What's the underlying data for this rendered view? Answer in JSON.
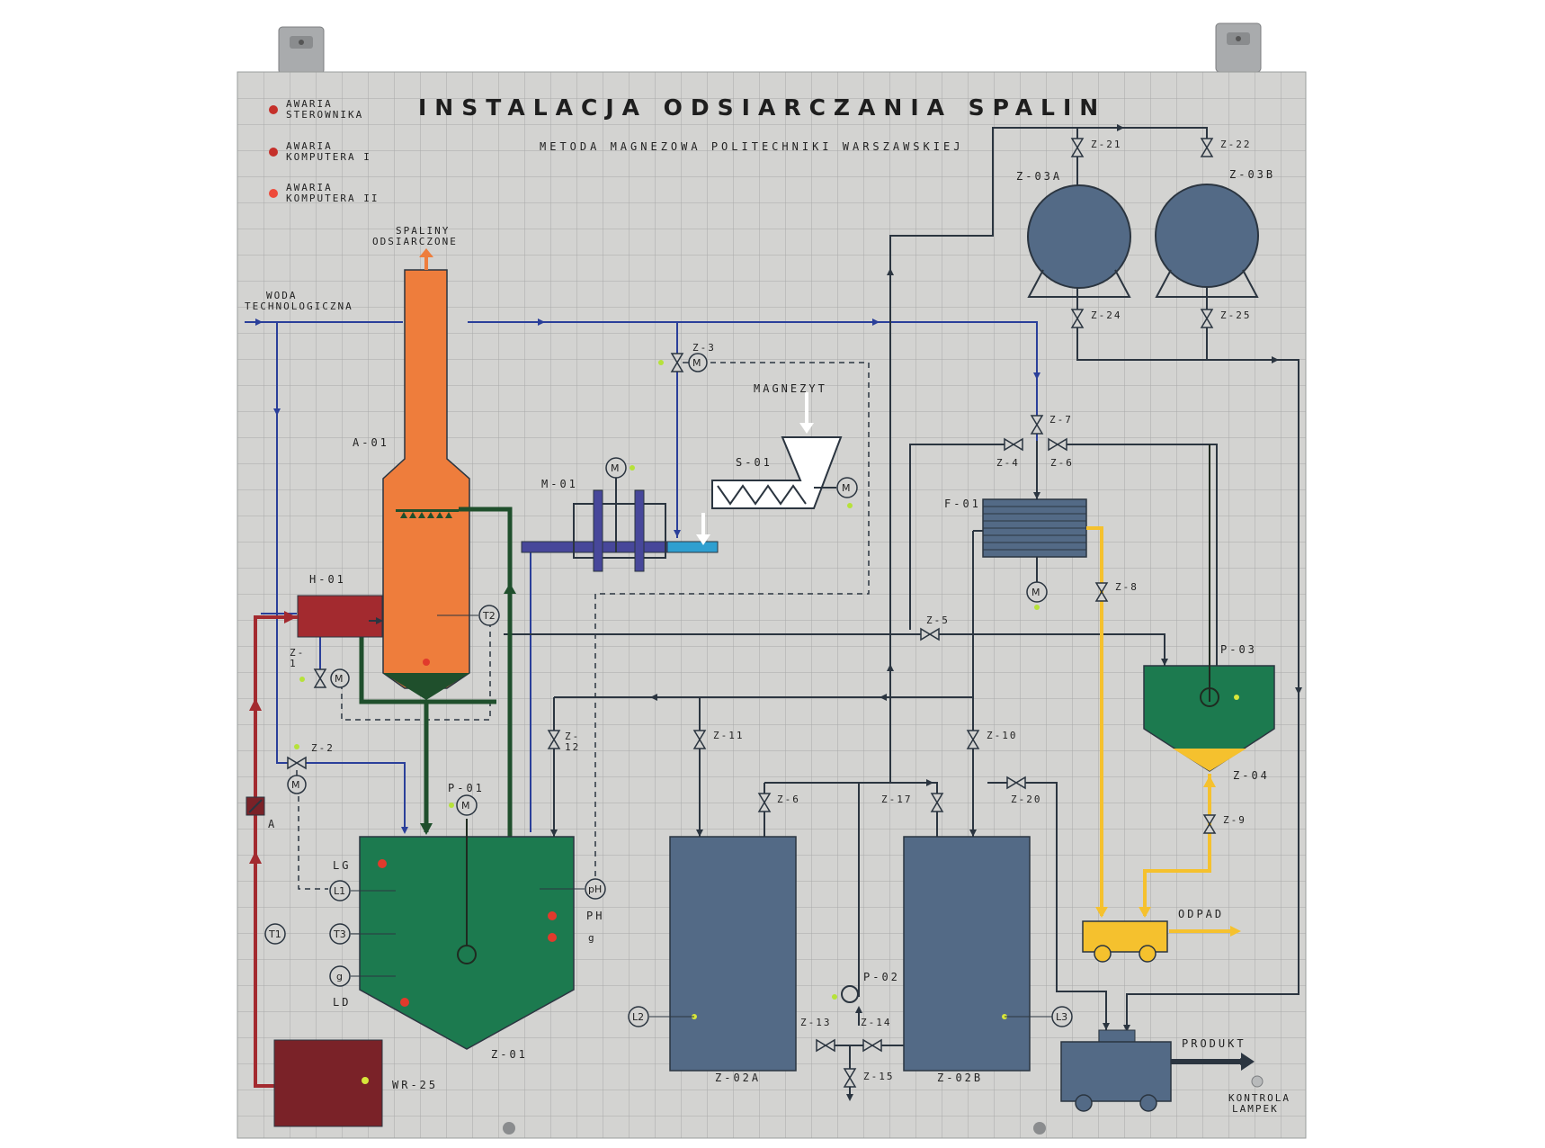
{
  "title": "INSTALACJA ODSIARCZANIA SPALIN",
  "subtitle": "METODA MAGNEZOWA POLITECHNIKI WARSZAWSKIEJ",
  "alarms": [
    {
      "line1": "AWARIA",
      "line2": "STEROWNIKA"
    },
    {
      "line1": "AWARIA",
      "line2": "KOMPUTERA I"
    },
    {
      "line1": "AWARIA",
      "line2": "KOMPUTERA II"
    }
  ],
  "labels": {
    "spaliny1": "SPALINY",
    "spaliny2": "ODSIARCZONE",
    "woda1": "WODA",
    "woda2": "TECHNOLOGICZNA",
    "a01": "A-01",
    "h01": "H-01",
    "m01": "M-01",
    "s01": "S-01",
    "magnezyt": "MAGNEZYT",
    "f01": "F-01",
    "p03": "P-03",
    "z04": "Z-04",
    "z01": "Z-01",
    "z02a": "Z-02A",
    "z02b": "Z-02B",
    "z03a": "Z-03A",
    "z03b": "Z-03B",
    "p01": "P-01",
    "p02": "P-02",
    "wr25": "WR-25",
    "odpad": "ODPAD",
    "produkt": "PRODUKT",
    "kontrola1": "KONTROLA",
    "kontrola2": "LAMPEK",
    "lg": "LG",
    "ld": "LD",
    "ph": "PH",
    "g": "g",
    "a": "A"
  },
  "instruments": {
    "t1": "T1",
    "t2": "T2",
    "t3": "T3",
    "l1": "L1",
    "l2": "L2",
    "l3": "L3",
    "g": "g",
    "ph": "pH",
    "m": "M"
  },
  "valves": {
    "z1a": "Z-",
    "z1b": "1",
    "z2": "Z-2",
    "z3": "Z-3",
    "z4": "Z-4",
    "z5": "Z-5",
    "z6a": "Z-6",
    "z6b": "Z-6",
    "z7": "Z-7",
    "z8": "Z-8",
    "z9": "Z-9",
    "z10": "Z-10",
    "z11": "Z-11",
    "z12a": "Z-",
    "z12b": "12",
    "z13": "Z-13",
    "z14": "Z-14",
    "z15": "Z-15",
    "z17": "Z-17",
    "z20": "Z-20",
    "z21": "Z-21",
    "z22": "Z-22",
    "z24": "Z-24",
    "z25": "Z-25"
  },
  "colors": {
    "panel": "#d3d3d1",
    "grid": "#a8aaa9",
    "line": "#2b3540",
    "water": "#2a3f9a",
    "orange": "#ee7d3c",
    "red": "#a32a2f",
    "darkred": "#7a2228",
    "green": "#1c7a4f",
    "darkgreen": "#1f4f2c",
    "tank": "#536a86",
    "purple": "#47479a",
    "yellow": "#f5c12e",
    "cyan": "#2f9fd0",
    "lamp_red": "#e13a2c",
    "lamp_green": "#b6e23a"
  }
}
